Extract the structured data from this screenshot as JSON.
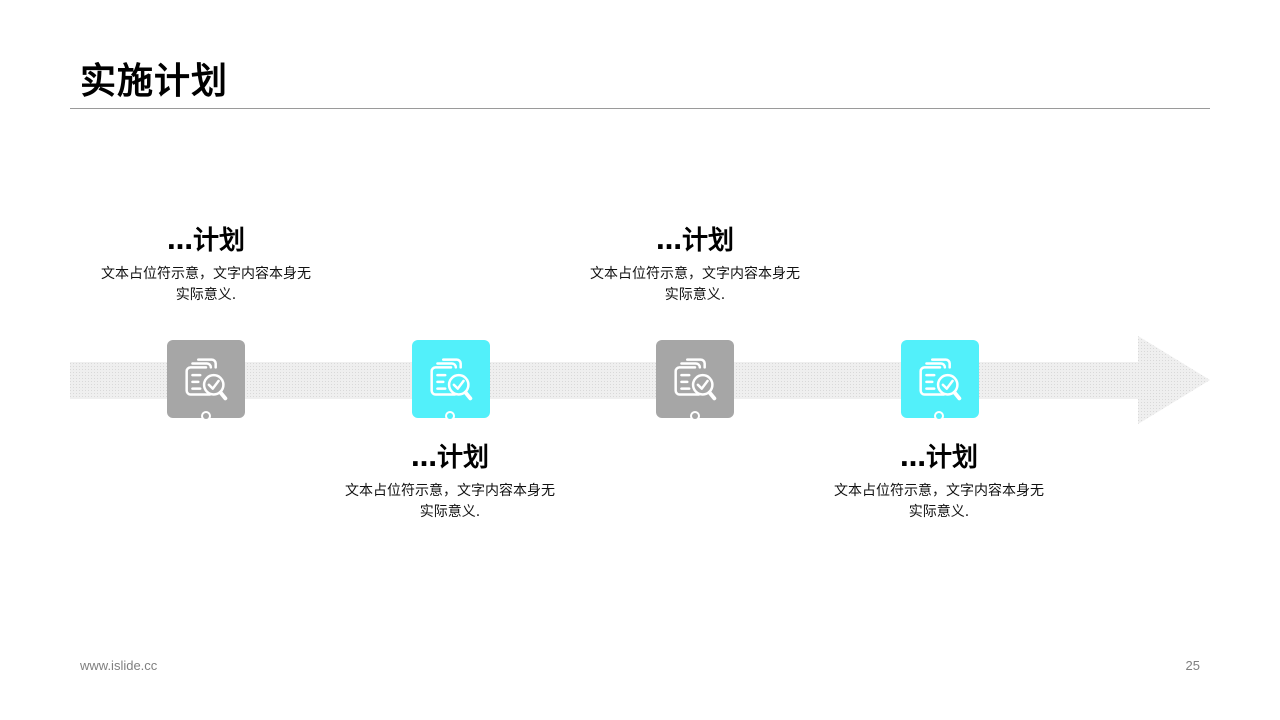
{
  "title": "实施计划",
  "steps": [
    {
      "heading": "…计划",
      "desc": "文本占位符示意，文字内容本身无实际意义.",
      "position": "above",
      "color": "#a6a6a6",
      "icon": "document-search-icon"
    },
    {
      "heading": "…计划",
      "desc": "文本占位符示意，文字内容本身无实际意义.",
      "position": "below",
      "color": "#52f0fa",
      "icon": "document-search-icon"
    },
    {
      "heading": "…计划",
      "desc": "文本占位符示意，文字内容本身无实际意义.",
      "position": "above",
      "color": "#a6a6a6",
      "icon": "document-search-icon"
    },
    {
      "heading": "…计划",
      "desc": "文本占位符示意，文字内容本身无实际意义.",
      "position": "below",
      "color": "#52f0fa",
      "icon": "document-search-icon"
    }
  ],
  "footer": {
    "url": "www.islide.cc",
    "page_number": "25"
  }
}
